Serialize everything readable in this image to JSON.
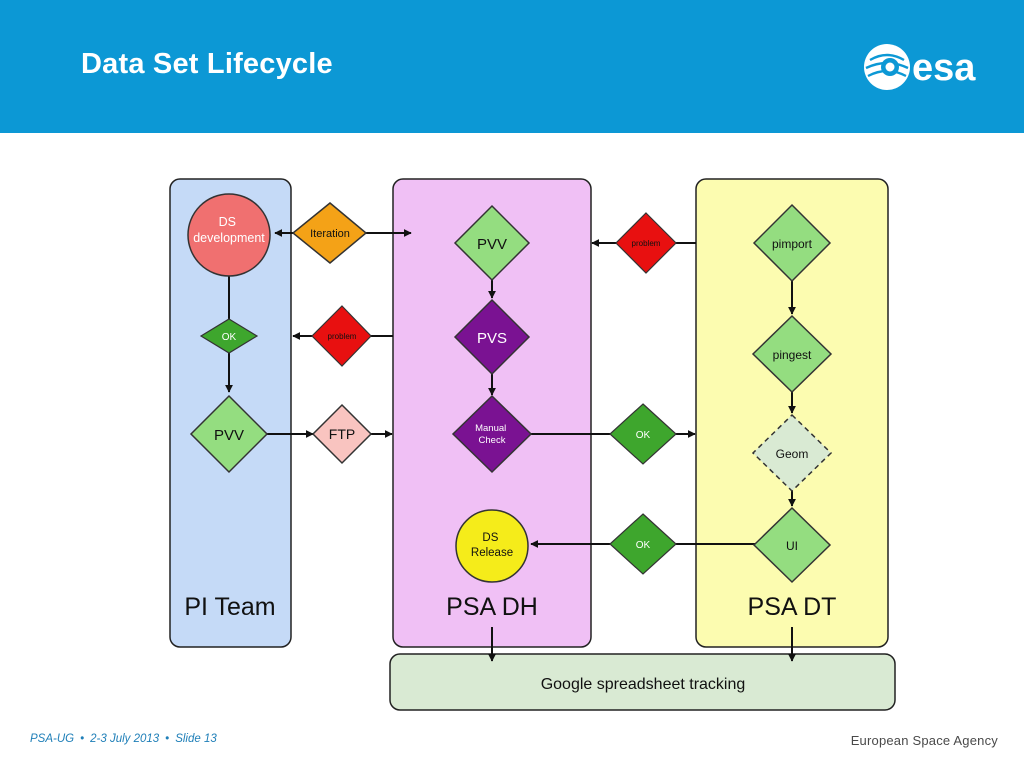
{
  "slide": {
    "title": "Data Set Lifecycle",
    "logo_text": "esa"
  },
  "colors": {
    "banner": "#0c98d5",
    "pi_lane": "#c5daf7",
    "dh_lane": "#f0c0f5",
    "dt_lane": "#fcfcb0",
    "tracking": "#d9ead3",
    "red_circle": "#f07070",
    "yellow_circle": "#f5ec1a",
    "green_light": "#94dd80",
    "green_dark": "#3ea62d",
    "purple": "#7a1292",
    "orange": "#f4a217",
    "red": "#e81010",
    "pink": "#f9c4c0"
  },
  "lanes": {
    "pi": "PI Team",
    "dh": "PSA DH",
    "dt": "PSA DT",
    "tracking": "Google spreadsheet tracking"
  },
  "nodes": {
    "ds_development": [
      "DS",
      "development"
    ],
    "iteration": "Iteration",
    "ok_pi": "OK",
    "problem_pi": "problem",
    "pvv_pi": "PVV",
    "ftp": "FTP",
    "pvv_dh": "PVV",
    "pvs": "PVS",
    "manual_check": [
      "Manual",
      "Check"
    ],
    "ds_release": [
      "DS",
      "Release"
    ],
    "problem_dt": "problem",
    "ok_upper": "OK",
    "ok_lower": "OK",
    "pimport": "pimport",
    "pingest": "pingest",
    "geom": "Geom",
    "ui": "UI"
  },
  "footer": {
    "event": "PSA-UG",
    "date": "2-3 July 2013",
    "slide": "Slide 13",
    "agency": "European Space Agency"
  }
}
